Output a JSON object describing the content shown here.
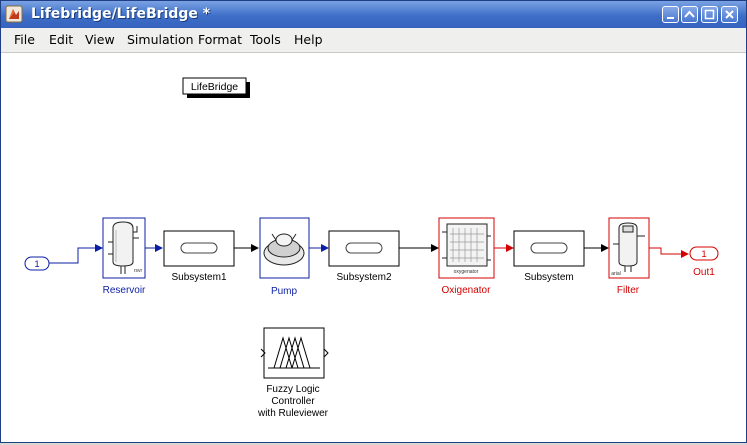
{
  "window": {
    "title": "Lifebridge/LifeBridge *"
  },
  "menu": [
    "File",
    "Edit",
    "View",
    "Simulation",
    "Format",
    "Tools",
    "Help"
  ],
  "model": {
    "annotation": "LifeBridge",
    "inport_number": "1",
    "outport_number": "1",
    "outport_label": "Out1",
    "blocks": {
      "reservoir": "Reservoir",
      "subsystem1": "Subsystem1",
      "pump": "Pump",
      "subsystem2": "Subsystem2",
      "oxigenator": "Oxigenator",
      "subsystem": "Subsystem",
      "filter": "Filter",
      "fuzzy": [
        "Fuzzy Logic",
        "Controller",
        "with Ruleviewer"
      ]
    },
    "block_sublabels": {
      "reservoir": "rsvr",
      "oxigenator": "oxygenator",
      "filter": "arial"
    },
    "colors": {
      "blue": "#0b1fa6",
      "red": "#d40000",
      "black": "#000000"
    }
  }
}
